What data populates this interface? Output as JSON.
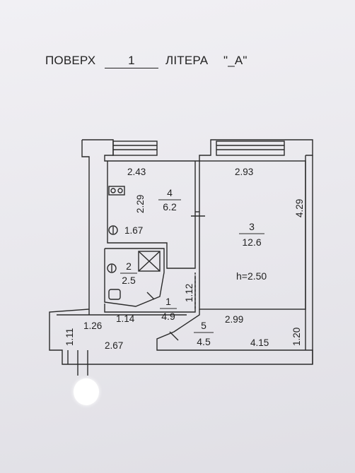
{
  "header": {
    "floor_label": "ПОВЕРХ",
    "floor_value": "1",
    "letter_label": "ЛІТЕРА",
    "letter_value": "\"_А\""
  },
  "rooms": [
    {
      "number": "1",
      "area": "4.9"
    },
    {
      "number": "2",
      "area": "2.5"
    },
    {
      "number": "3",
      "area": "12.6"
    },
    {
      "number": "4",
      "area": "6.2"
    },
    {
      "number": "5",
      "area": "4.5"
    }
  ],
  "dimensions": {
    "d_2_43": "2.43",
    "d_2_29": "2.29",
    "d_1_67": "1.67",
    "d_2_93": "2.93",
    "d_4_29": "4.29",
    "d_1_12": "1.12",
    "d_1_14": "1.14",
    "d_1_26": "1.26",
    "d_1_11": "1.11",
    "d_2_67": "2.67",
    "d_2_99": "2.99",
    "d_4_15": "4.15",
    "d_1_20": "1.20"
  },
  "ceiling_height": "h=2.50"
}
